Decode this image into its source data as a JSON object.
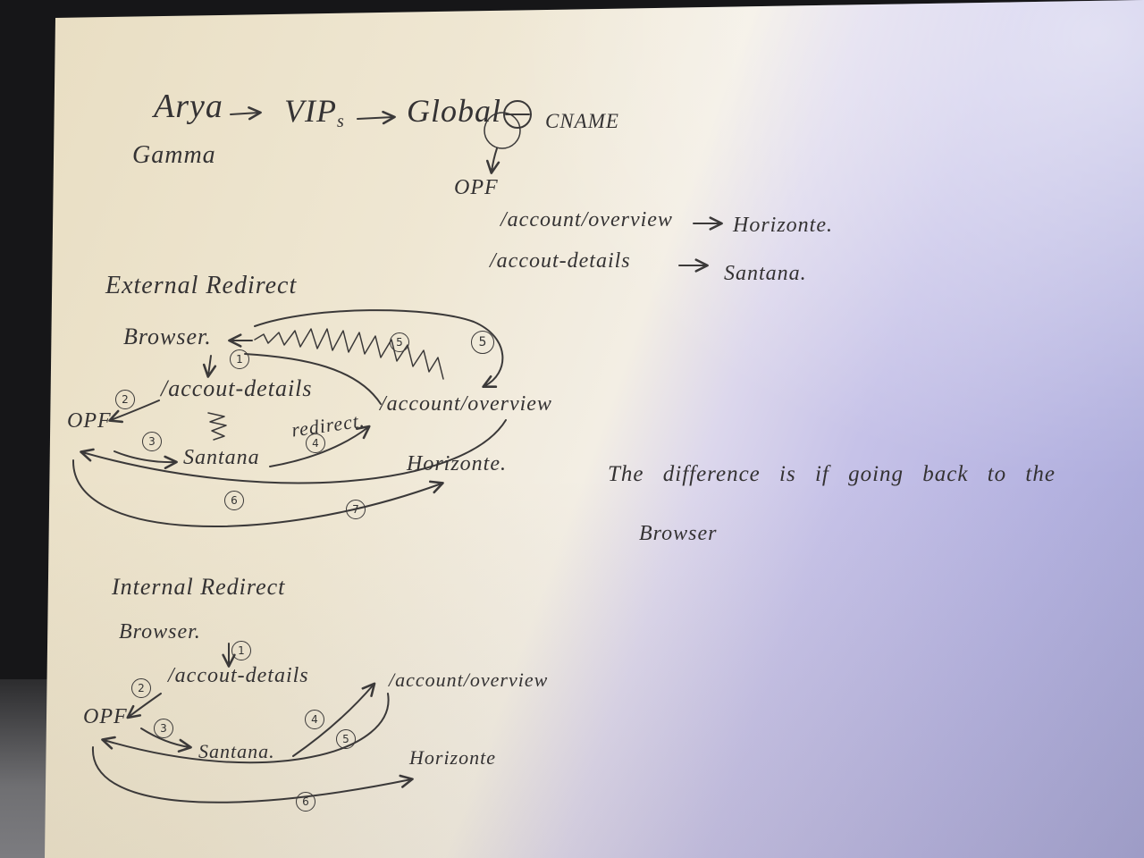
{
  "header_flow": {
    "arya": "Arya",
    "vip": "VIP",
    "vip_sub": "s",
    "global": "Global",
    "cname": "CNAME",
    "gamma": "Gamma",
    "opf": "OPF"
  },
  "routes": [
    {
      "path": "/account/overview",
      "target": "Horizonte."
    },
    {
      "path": "/accout-details",
      "target": "Santana."
    }
  ],
  "external": {
    "title": "External Redirect",
    "browser": "Browser.",
    "details": "/accout-details",
    "opf": "OPF",
    "santana": "Santana",
    "redirect": "redirect.",
    "overview": "/account/overview",
    "horizonte": "Horizonte.",
    "steps": [
      "1",
      "2",
      "3",
      "4",
      "5",
      "6",
      "7"
    ],
    "crossed_step": "5"
  },
  "note": {
    "line1": "The difference is if going back to the",
    "line2": "Browser"
  },
  "internal": {
    "title": "Internal Redirect",
    "browser": "Browser.",
    "details": "/accout-details",
    "opf": "OPF",
    "santana": "Santana.",
    "overview": "/account/overview",
    "horizonte": "Horizonte",
    "steps": [
      "1",
      "2",
      "3",
      "4",
      "5",
      "6"
    ]
  },
  "colors": {
    "ink": "#343233",
    "paper_warm": "#efe7d3",
    "paper_cool": "#b4b2e0"
  }
}
